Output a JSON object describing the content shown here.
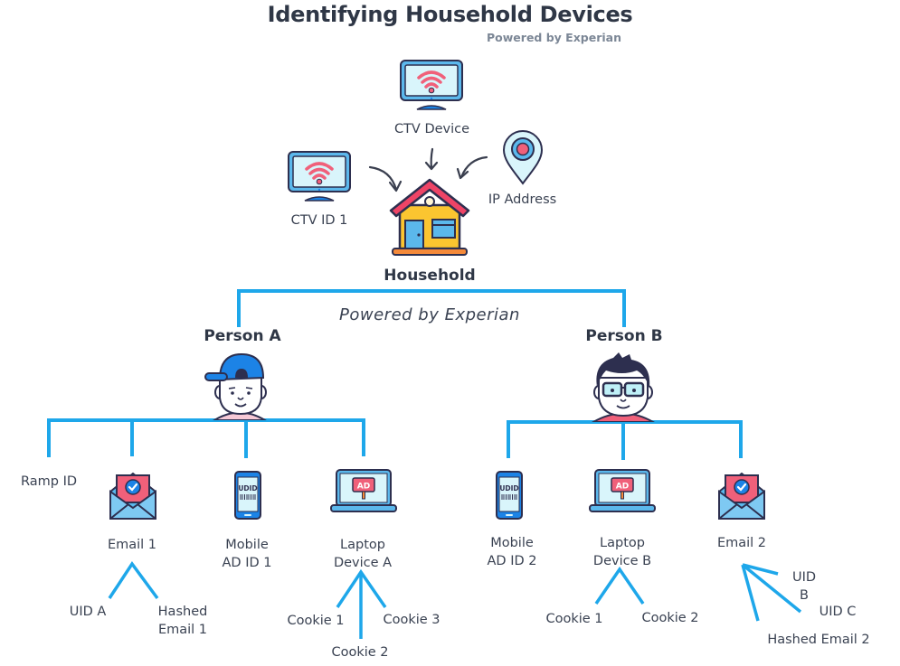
{
  "header": {
    "title": "Identifying Household Devices",
    "subtitle": "Powered by Experian"
  },
  "household": {
    "label": "Household",
    "icon": "house-icon",
    "inputs": [
      {
        "label": "CTV Device",
        "icon": "smart-tv-wifi-icon"
      },
      {
        "label": "CTV ID 1",
        "icon": "smart-tv-wifi-icon"
      },
      {
        "label": "IP Address",
        "icon": "location-pin-icon"
      }
    ],
    "caption": "Powered by Experian"
  },
  "persons": [
    {
      "label": "Person A",
      "icon": "person-cap-avatar-icon",
      "children": [
        {
          "label": "Ramp ID",
          "icon": null,
          "children": []
        },
        {
          "label": "Email 1",
          "icon": "email-verified-icon",
          "children": [
            "UID A",
            "Hashed Email 1"
          ]
        },
        {
          "label": "Mobile AD ID 1",
          "lines": [
            "Mobile",
            "AD ID 1"
          ],
          "icon": "mobile-udid-icon",
          "children": []
        },
        {
          "label": "Laptop Device A",
          "lines": [
            "Laptop",
            "Device A"
          ],
          "icon": "laptop-ad-icon",
          "children": [
            "Cookie 1",
            "Cookie 2",
            "Cookie 3"
          ]
        }
      ]
    },
    {
      "label": "Person B",
      "icon": "person-glasses-avatar-icon",
      "children": [
        {
          "label": "Mobile AD ID 2",
          "lines": [
            "Mobile",
            "AD ID 2"
          ],
          "icon": "mobile-udid-icon",
          "children": []
        },
        {
          "label": "Laptop Device B",
          "lines": [
            "Laptop",
            "Device B"
          ],
          "icon": "laptop-ad-icon",
          "children": [
            "Cookie 1",
            "Cookie 2"
          ]
        },
        {
          "label": "Email 2",
          "icon": "email-verified-icon",
          "children": [
            "UID B",
            "UID C",
            "Hashed Email 2"
          ]
        }
      ]
    }
  ],
  "leaf_labels": {
    "uid_a": "UID A",
    "hashed_email_1": [
      "Hashed",
      "Email 1"
    ],
    "cookie_a1": "Cookie 1",
    "cookie_a2": "Cookie 2",
    "cookie_a3": "Cookie 3",
    "cookie_b1": "Cookie 1",
    "cookie_b2": "Cookie 2",
    "uid_b": [
      "UID",
      "B"
    ],
    "uid_c": "UID C",
    "hashed_email_2": "Hashed Email 2"
  },
  "icon_text": {
    "udid": "UDID",
    "ad": "AD"
  },
  "colors": {
    "connector": "#1ea7ea",
    "title": "#2f3746",
    "subtitle": "#7c8796",
    "outline": "#2d2f4f",
    "screen": "#d9f5fb",
    "device_blue": "#5bb8ec",
    "accent_pink": "#f0607a",
    "house_yellow": "#fbc530",
    "house_roof": "#ee4466",
    "house_base": "#f58a3a",
    "cap_blue": "#1c83e6"
  }
}
